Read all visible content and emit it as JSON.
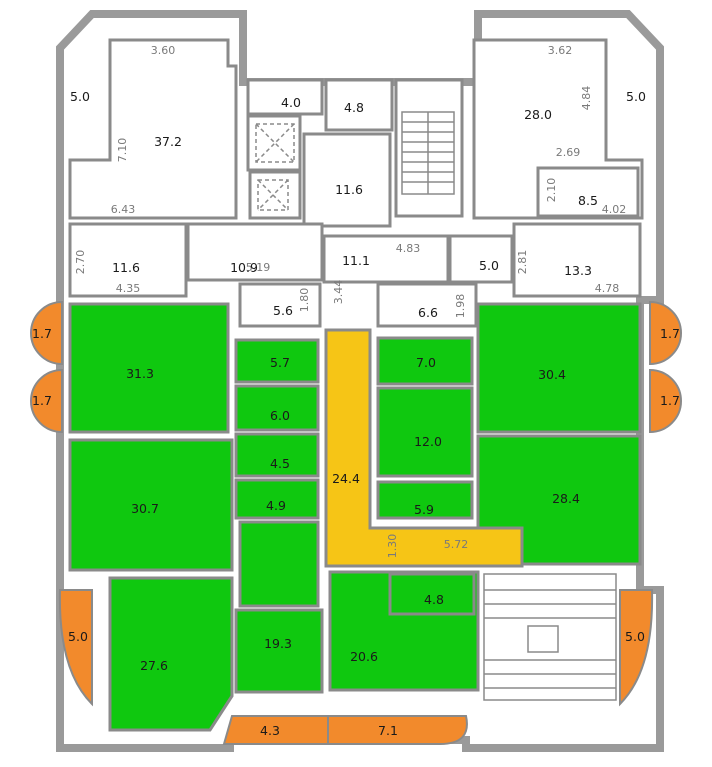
{
  "colors": {
    "wall": "#9a9a9a",
    "floor": "#ffffff",
    "green": "#0fc80f",
    "orange": "#f28a2c",
    "yellow": "#f6c516",
    "dim": "#7a7a7a",
    "area": "#1a1a1a"
  },
  "rooms": [
    {
      "id": "r-top-left",
      "area": "37.2",
      "fill": "floor"
    },
    {
      "id": "r-4-0",
      "area": "4.0",
      "fill": "floor"
    },
    {
      "id": "r-4-8-top",
      "area": "4.8",
      "fill": "floor"
    },
    {
      "id": "r-top-right",
      "area": "28.0",
      "fill": "floor"
    },
    {
      "id": "r-11-6-center",
      "area": "11.6",
      "fill": "floor"
    },
    {
      "id": "r-8-5",
      "area": "8.5",
      "fill": "floor"
    },
    {
      "id": "r-11-6-left",
      "area": "11.6",
      "fill": "floor"
    },
    {
      "id": "r-10-9",
      "area": "10.9",
      "fill": "floor"
    },
    {
      "id": "r-11-1",
      "area": "11.1",
      "fill": "floor"
    },
    {
      "id": "r-5-0-hall",
      "area": "5.0",
      "fill": "floor"
    },
    {
      "id": "r-13-3",
      "area": "13.3",
      "fill": "floor"
    },
    {
      "id": "r-5-6",
      "area": "5.6",
      "fill": "floor"
    },
    {
      "id": "r-6-6",
      "area": "6.6",
      "fill": "floor"
    },
    {
      "id": "r-31-3",
      "area": "31.3",
      "fill": "green"
    },
    {
      "id": "r-5-7",
      "area": "5.7",
      "fill": "green"
    },
    {
      "id": "r-6-0",
      "area": "6.0",
      "fill": "green"
    },
    {
      "id": "r-4-5",
      "area": "4.5",
      "fill": "green"
    },
    {
      "id": "r-4-9",
      "area": "4.9",
      "fill": "green"
    },
    {
      "id": "r-7-0",
      "area": "7.0",
      "fill": "green"
    },
    {
      "id": "r-12-0",
      "area": "12.0",
      "fill": "green"
    },
    {
      "id": "r-5-9",
      "area": "5.9",
      "fill": "green"
    },
    {
      "id": "r-30-4",
      "area": "30.4",
      "fill": "green"
    },
    {
      "id": "r-28-4",
      "area": "28.4",
      "fill": "green"
    },
    {
      "id": "r-30-7",
      "area": "30.7",
      "fill": "green"
    },
    {
      "id": "r-27-6",
      "area": "27.6",
      "fill": "green"
    },
    {
      "id": "r-19-3",
      "area": "19.3",
      "fill": "green"
    },
    {
      "id": "r-20-6",
      "area": "20.6",
      "fill": "green"
    },
    {
      "id": "r-4-8-bottom",
      "area": "4.8",
      "fill": "green"
    },
    {
      "id": "r-corridor",
      "area": "24.4",
      "fill": "yellow"
    },
    {
      "id": "r-bay-l1",
      "area": "1.7",
      "fill": "orange"
    },
    {
      "id": "r-bay-l2",
      "area": "1.7",
      "fill": "orange"
    },
    {
      "id": "r-bay-r1",
      "area": "1.7",
      "fill": "orange"
    },
    {
      "id": "r-bay-r2",
      "area": "1.7",
      "fill": "orange"
    },
    {
      "id": "r-balcony-l",
      "area": "5.0",
      "fill": "orange"
    },
    {
      "id": "r-balcony-r",
      "area": "5.0",
      "fill": "orange"
    },
    {
      "id": "r-balcony-b1",
      "area": "4.3",
      "fill": "orange"
    },
    {
      "id": "r-balcony-b2",
      "area": "7.1",
      "fill": "orange"
    },
    {
      "id": "r-5-0-tl",
      "area": "5.0",
      "fill": "none"
    },
    {
      "id": "r-5-0-tr",
      "area": "5.0",
      "fill": "none"
    }
  ],
  "dimensions": [
    "3.60",
    "3.62",
    "7.10",
    "6.43",
    "4.84",
    "2.69",
    "2.10",
    "4.02",
    "2.70",
    "4.35",
    "5.19",
    "4.83",
    "2.81",
    "4.78",
    "1.80",
    "3.44",
    "1.98",
    "1.30",
    "5.72"
  ]
}
